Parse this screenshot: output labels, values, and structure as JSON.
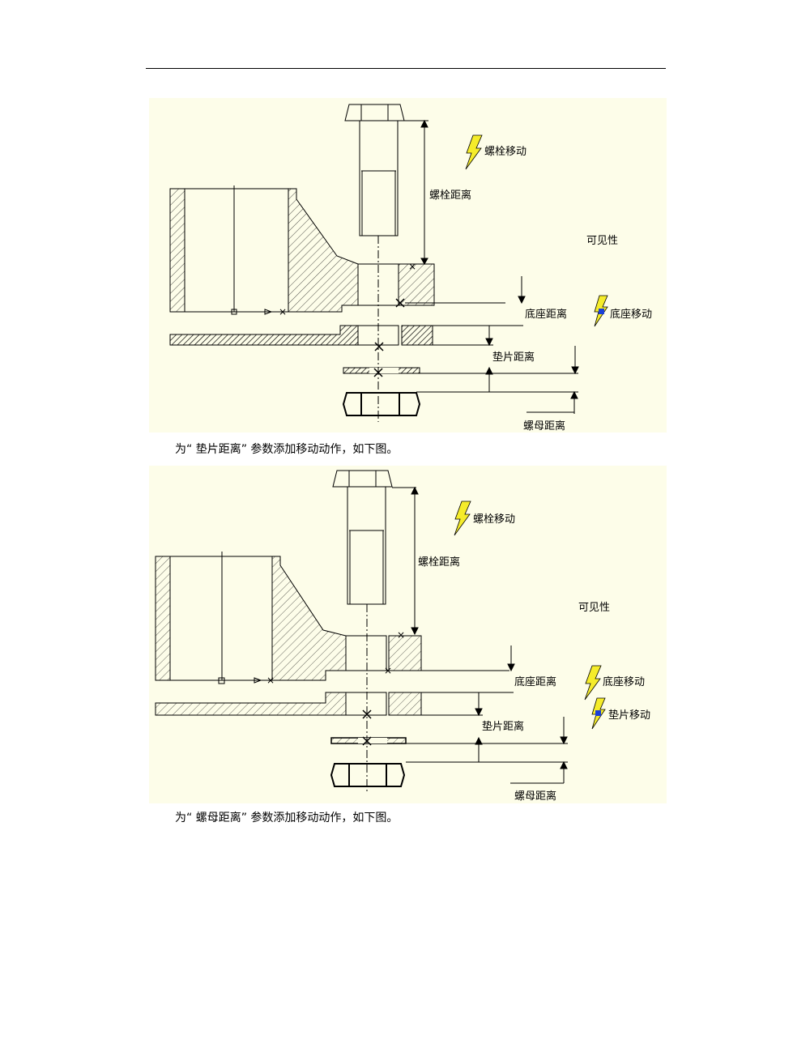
{
  "figure1": {
    "labels": {
      "bolt_move": "螺栓移动",
      "bolt_distance": "螺栓距离",
      "visibility": "可见性",
      "base_distance": "底座距离",
      "base_move": "底座移动",
      "washer_distance": "垫片距离",
      "nut_distance": "螺母距离"
    }
  },
  "caption1": "为“ 垫片距离” 参数添加移动动作，如下图。",
  "figure2": {
    "labels": {
      "bolt_move": "螺栓移动",
      "bolt_distance": "螺栓距离",
      "visibility": "可见性",
      "base_distance": "底座距离",
      "base_move": "底座移动",
      "washer_move": "垫片移动",
      "washer_distance": "垫片距离",
      "nut_distance": "螺母距离"
    }
  },
  "caption2": "为“ 螺母距离” 参数添加移动动作，如下图。",
  "colors": {
    "panel_bg": "#fdfde9",
    "bolt_icon": "#f5ec2a",
    "grip_blue": "#1a3fd6"
  }
}
